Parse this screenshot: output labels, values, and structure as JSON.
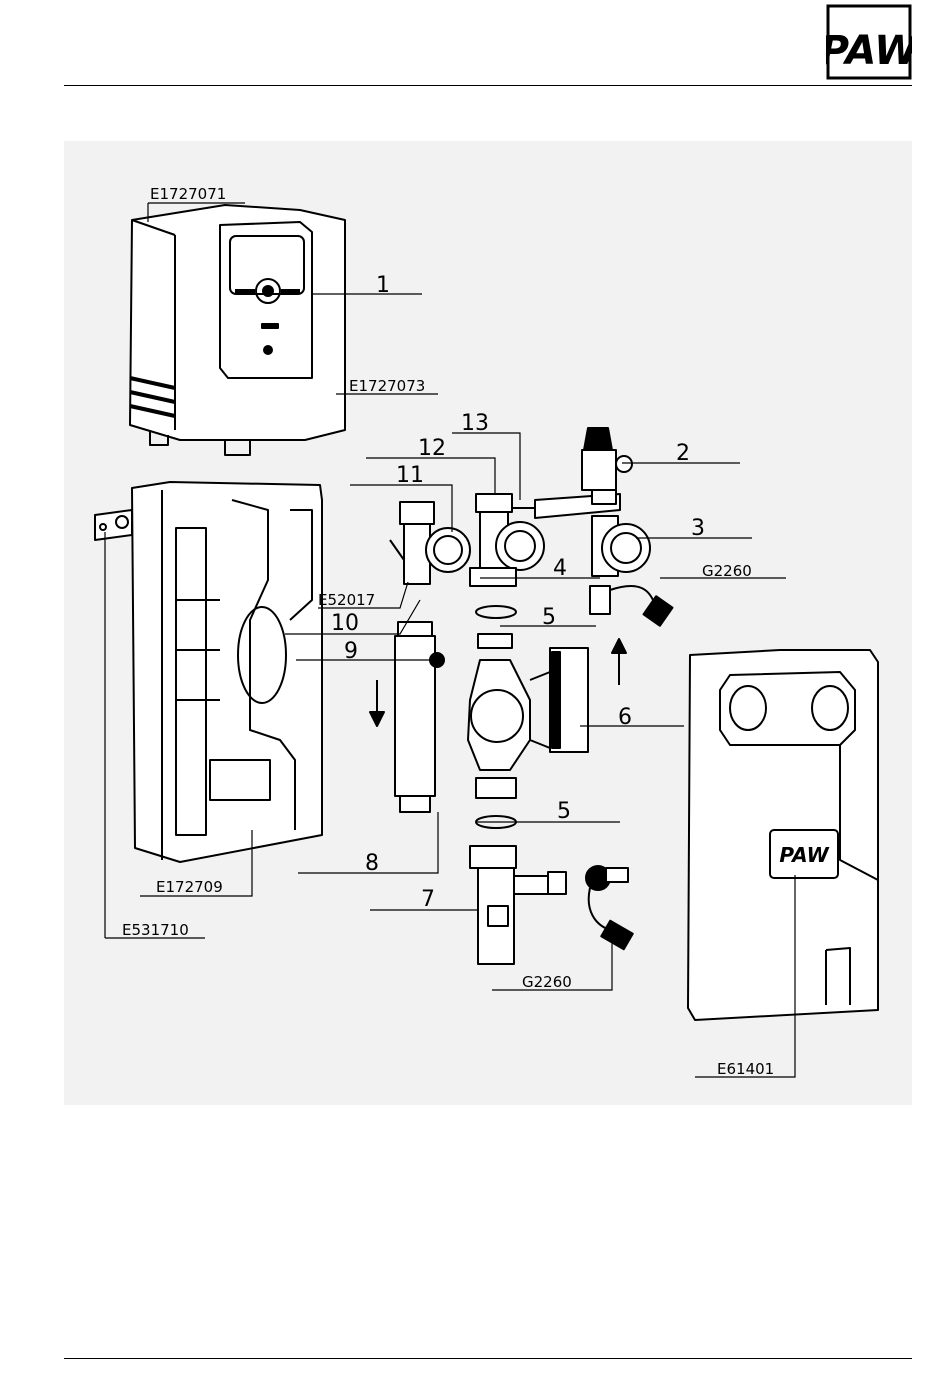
{
  "brand": {
    "logo_text": "PAW"
  },
  "diagram": {
    "part_numbers": [
      {
        "id": "1",
        "text": "1"
      },
      {
        "id": "2",
        "text": "2"
      },
      {
        "id": "3",
        "text": "3"
      },
      {
        "id": "4",
        "text": "4"
      },
      {
        "id": "5a",
        "text": "5"
      },
      {
        "id": "5b",
        "text": "5"
      },
      {
        "id": "6",
        "text": "6"
      },
      {
        "id": "7",
        "text": "7"
      },
      {
        "id": "8",
        "text": "8"
      },
      {
        "id": "9",
        "text": "9"
      },
      {
        "id": "10",
        "text": "10"
      },
      {
        "id": "11",
        "text": "11"
      },
      {
        "id": "12",
        "text": "12"
      },
      {
        "id": "13",
        "text": "13"
      }
    ],
    "article_codes": [
      {
        "id": "E1727071",
        "text": "E1727071"
      },
      {
        "id": "E1727073",
        "text": "E1727073"
      },
      {
        "id": "E52017",
        "text": "E52017"
      },
      {
        "id": "G2260a",
        "text": "G2260"
      },
      {
        "id": "G2260b",
        "text": "G2260"
      },
      {
        "id": "E172709",
        "text": "E172709"
      },
      {
        "id": "E531710",
        "text": "E531710"
      },
      {
        "id": "E61401",
        "text": "E61401"
      }
    ]
  }
}
